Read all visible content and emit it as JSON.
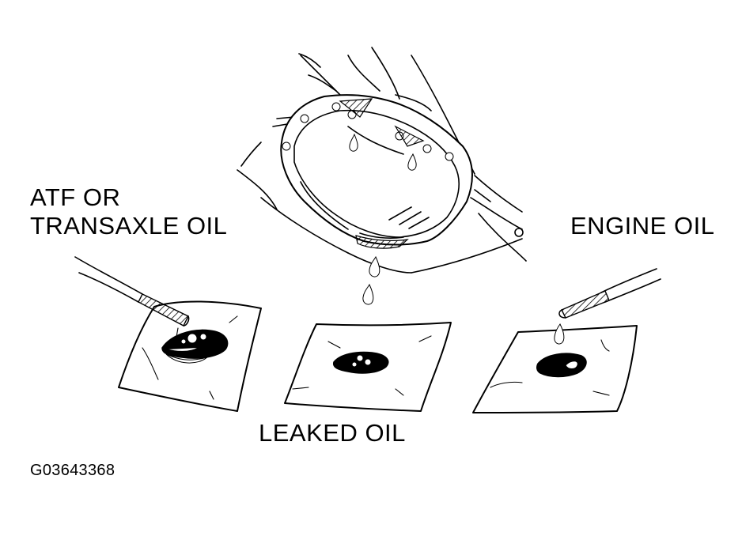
{
  "labels": {
    "atf_line1": "ATF OR",
    "atf_line2": "TRANSAXLE OIL",
    "engine_oil": "ENGINE OIL",
    "leaked_oil": "LEAKED OIL",
    "figure_code": "G03643368"
  },
  "icons": {
    "pan": "oil-pan-illustration",
    "drip": "oil-drip-icon",
    "paper": "absorbent-paper-icon",
    "dipstick": "dipstick-icon"
  },
  "colors": {
    "ink": "#000000",
    "paper": "#ffffff"
  }
}
